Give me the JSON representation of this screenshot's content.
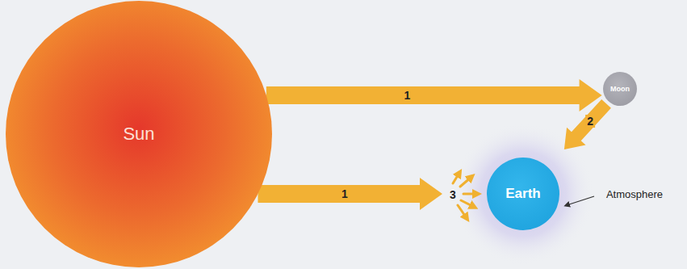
{
  "diagram": {
    "nodes": [
      {
        "text": [
          "Sun"
        ]
      },
      {
        "text": [
          "Moon"
        ]
      },
      {
        "text": [
          "Earth"
        ]
      }
    ],
    "edges": [
      {
        "from": 0,
        "to": 1,
        "arrow": "to",
        "label": "1"
      },
      {
        "from": 0,
        "to": 2,
        "arrow": "to",
        "label": "1"
      },
      {
        "from": 1,
        "to": 2,
        "arrow": "to",
        "label": "2"
      }
    ],
    "labels": [
      "3",
      "Atmosphere"
    ]
  }
}
